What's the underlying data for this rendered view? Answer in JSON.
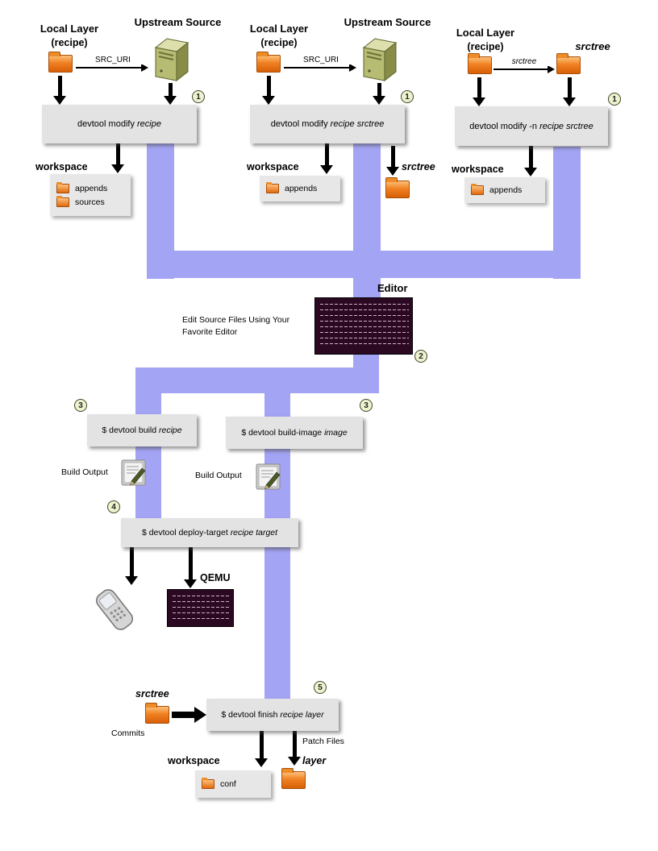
{
  "colors": {
    "flow_line": "#a4a4f4",
    "command_box_bg": "#e3e3e3",
    "folder_orange": "#f08122",
    "badge_bg": "#edf2cf",
    "terminal_bg": "#2c0922"
  },
  "columns": [
    {
      "local_layer_line1": "Local Layer",
      "local_layer_line2": "(recipe)",
      "source_label": "Upstream Source",
      "edge_label": "SRC_URI",
      "step_badge": "1",
      "cmd_prefix": "devtool modify ",
      "cmd_italic": "recipe",
      "workspace_label": "workspace",
      "workspace_items": [
        "appends",
        "sources"
      ]
    },
    {
      "local_layer_line1": "Local Layer",
      "local_layer_line2": "(recipe)",
      "source_label": "Upstream Source",
      "edge_label": "SRC_URI",
      "step_badge": "1",
      "cmd_prefix": "devtool modify ",
      "cmd_italic": "recipe srctree",
      "workspace_label": "workspace",
      "workspace_items": [
        "appends"
      ],
      "srctree_label": "srctree"
    },
    {
      "local_layer_line1": "Local Layer",
      "local_layer_line2": "(recipe)",
      "source_label": "srctree",
      "edge_label": "srctree",
      "step_badge": "1",
      "cmd_prefix": "devtool modify -n ",
      "cmd_italic": "recipe srctree",
      "workspace_label": "workspace",
      "workspace_items": [
        "appends"
      ]
    }
  ],
  "editor": {
    "title": "Editor",
    "caption1": "Edit Source Files Using Your",
    "caption2": "Favorite Editor",
    "badge": "2"
  },
  "build": {
    "left_badge": "3",
    "left_cmd": "$ devtool build ",
    "left_cmd_italic": "recipe",
    "left_output": "Build Output",
    "right_badge": "3",
    "right_cmd": "$ devtool build-image ",
    "right_cmd_italic": "image",
    "right_output": "Build Output"
  },
  "deploy": {
    "badge": "4",
    "cmd": "$ devtool deploy-target ",
    "cmd_italic": "recipe target",
    "qemu_label": "QEMU"
  },
  "finish": {
    "badge": "5",
    "srctree_label": "srctree",
    "commits_label": "Commits",
    "cmd": "$ devtool finish ",
    "cmd_italic": "recipe layer",
    "patch_files_label": "Patch Files",
    "workspace_label": "workspace",
    "workspace_item": "conf",
    "layer_label": "layer"
  }
}
